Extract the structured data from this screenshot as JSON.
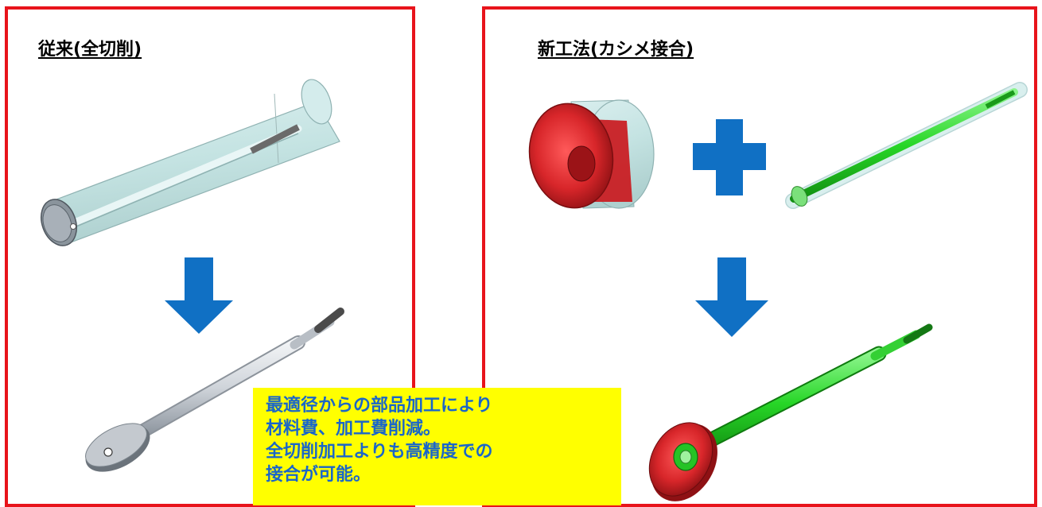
{
  "left_panel": {
    "title": "従来(全切削)"
  },
  "right_panel": {
    "title": "新工法(カシメ接合)"
  },
  "note": {
    "lines": [
      "最適径からの部品加工により",
      "材料費、加工費削減。",
      "全切削加工よりも高精度での",
      "接合が可能。"
    ]
  },
  "colors": {
    "frame": "#e8141b",
    "arrow": "#1070c4",
    "note_bg": "#ffff00",
    "note_text": "#1a66c9",
    "part_green": "#22d322",
    "part_red": "#d8262a",
    "stock_glass": "#c9e7e6"
  }
}
